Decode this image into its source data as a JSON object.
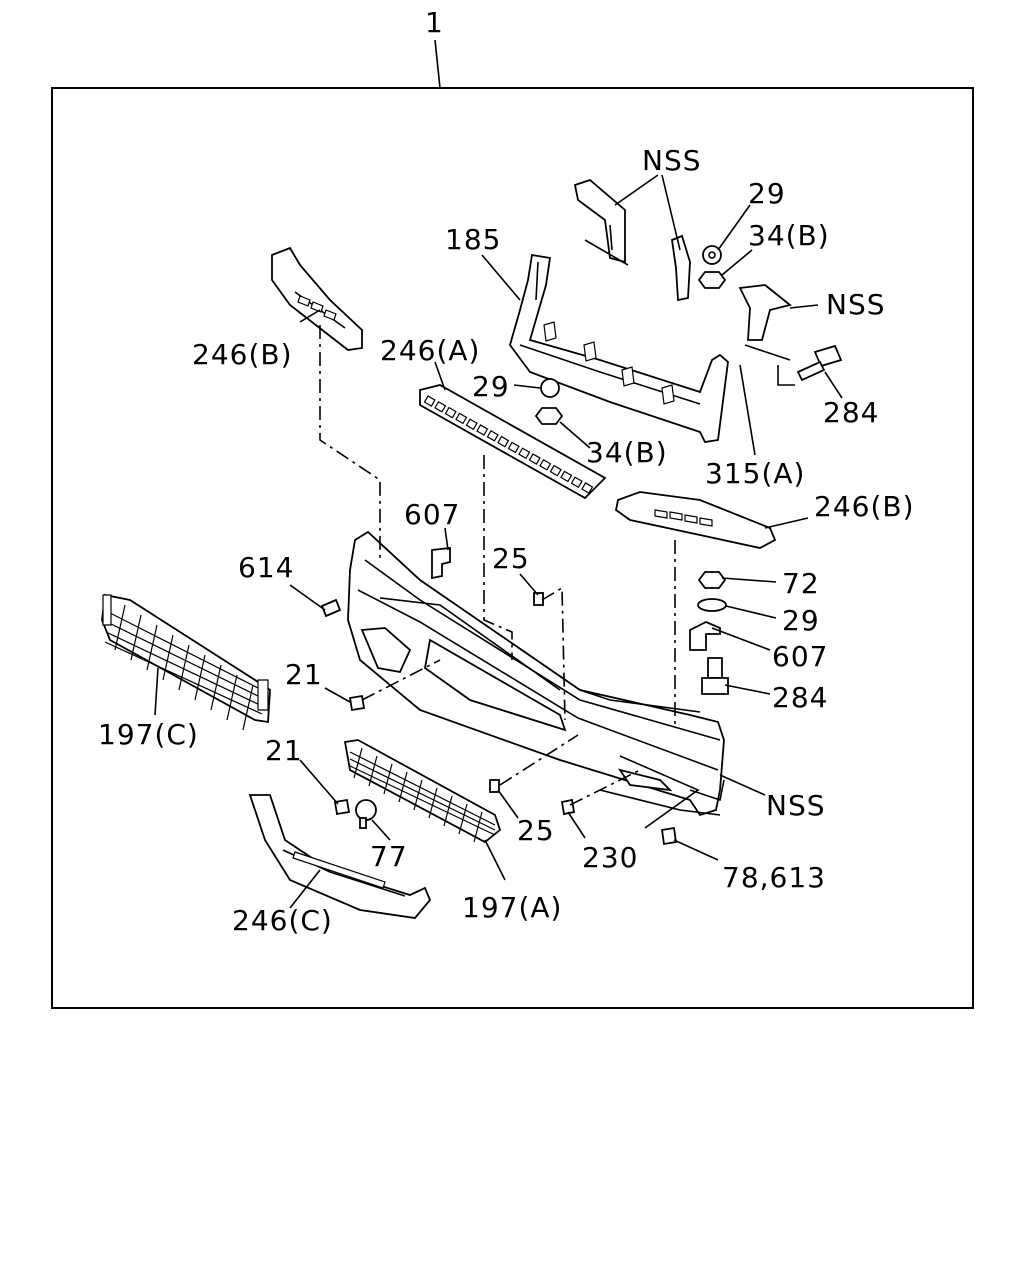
{
  "assembly_number": "1",
  "labels": {
    "nss_top": "NSS",
    "p29_top": "29",
    "p34b_top": "34(B)",
    "nss_right": "NSS",
    "p185": "185",
    "p284_top": "284",
    "p246b_left": "246(B)",
    "p246a": "246(A)",
    "p29_mid": "29",
    "p34b_mid": "34(B)",
    "p315a": "315(A)",
    "p246b_right": "246(B)",
    "p607_top": "607",
    "p614": "614",
    "p25_top": "25",
    "p72": "72",
    "p29_low": "29",
    "p607_right": "607",
    "p21_top": "21",
    "p284_low": "284",
    "p197c": "197(C)",
    "p21_low": "21",
    "nss_low": "NSS",
    "p25_low": "25",
    "p230": "230",
    "p77": "77",
    "p78_613": "78,613",
    "p197a": "197(A)",
    "p246c": "246(C)"
  }
}
